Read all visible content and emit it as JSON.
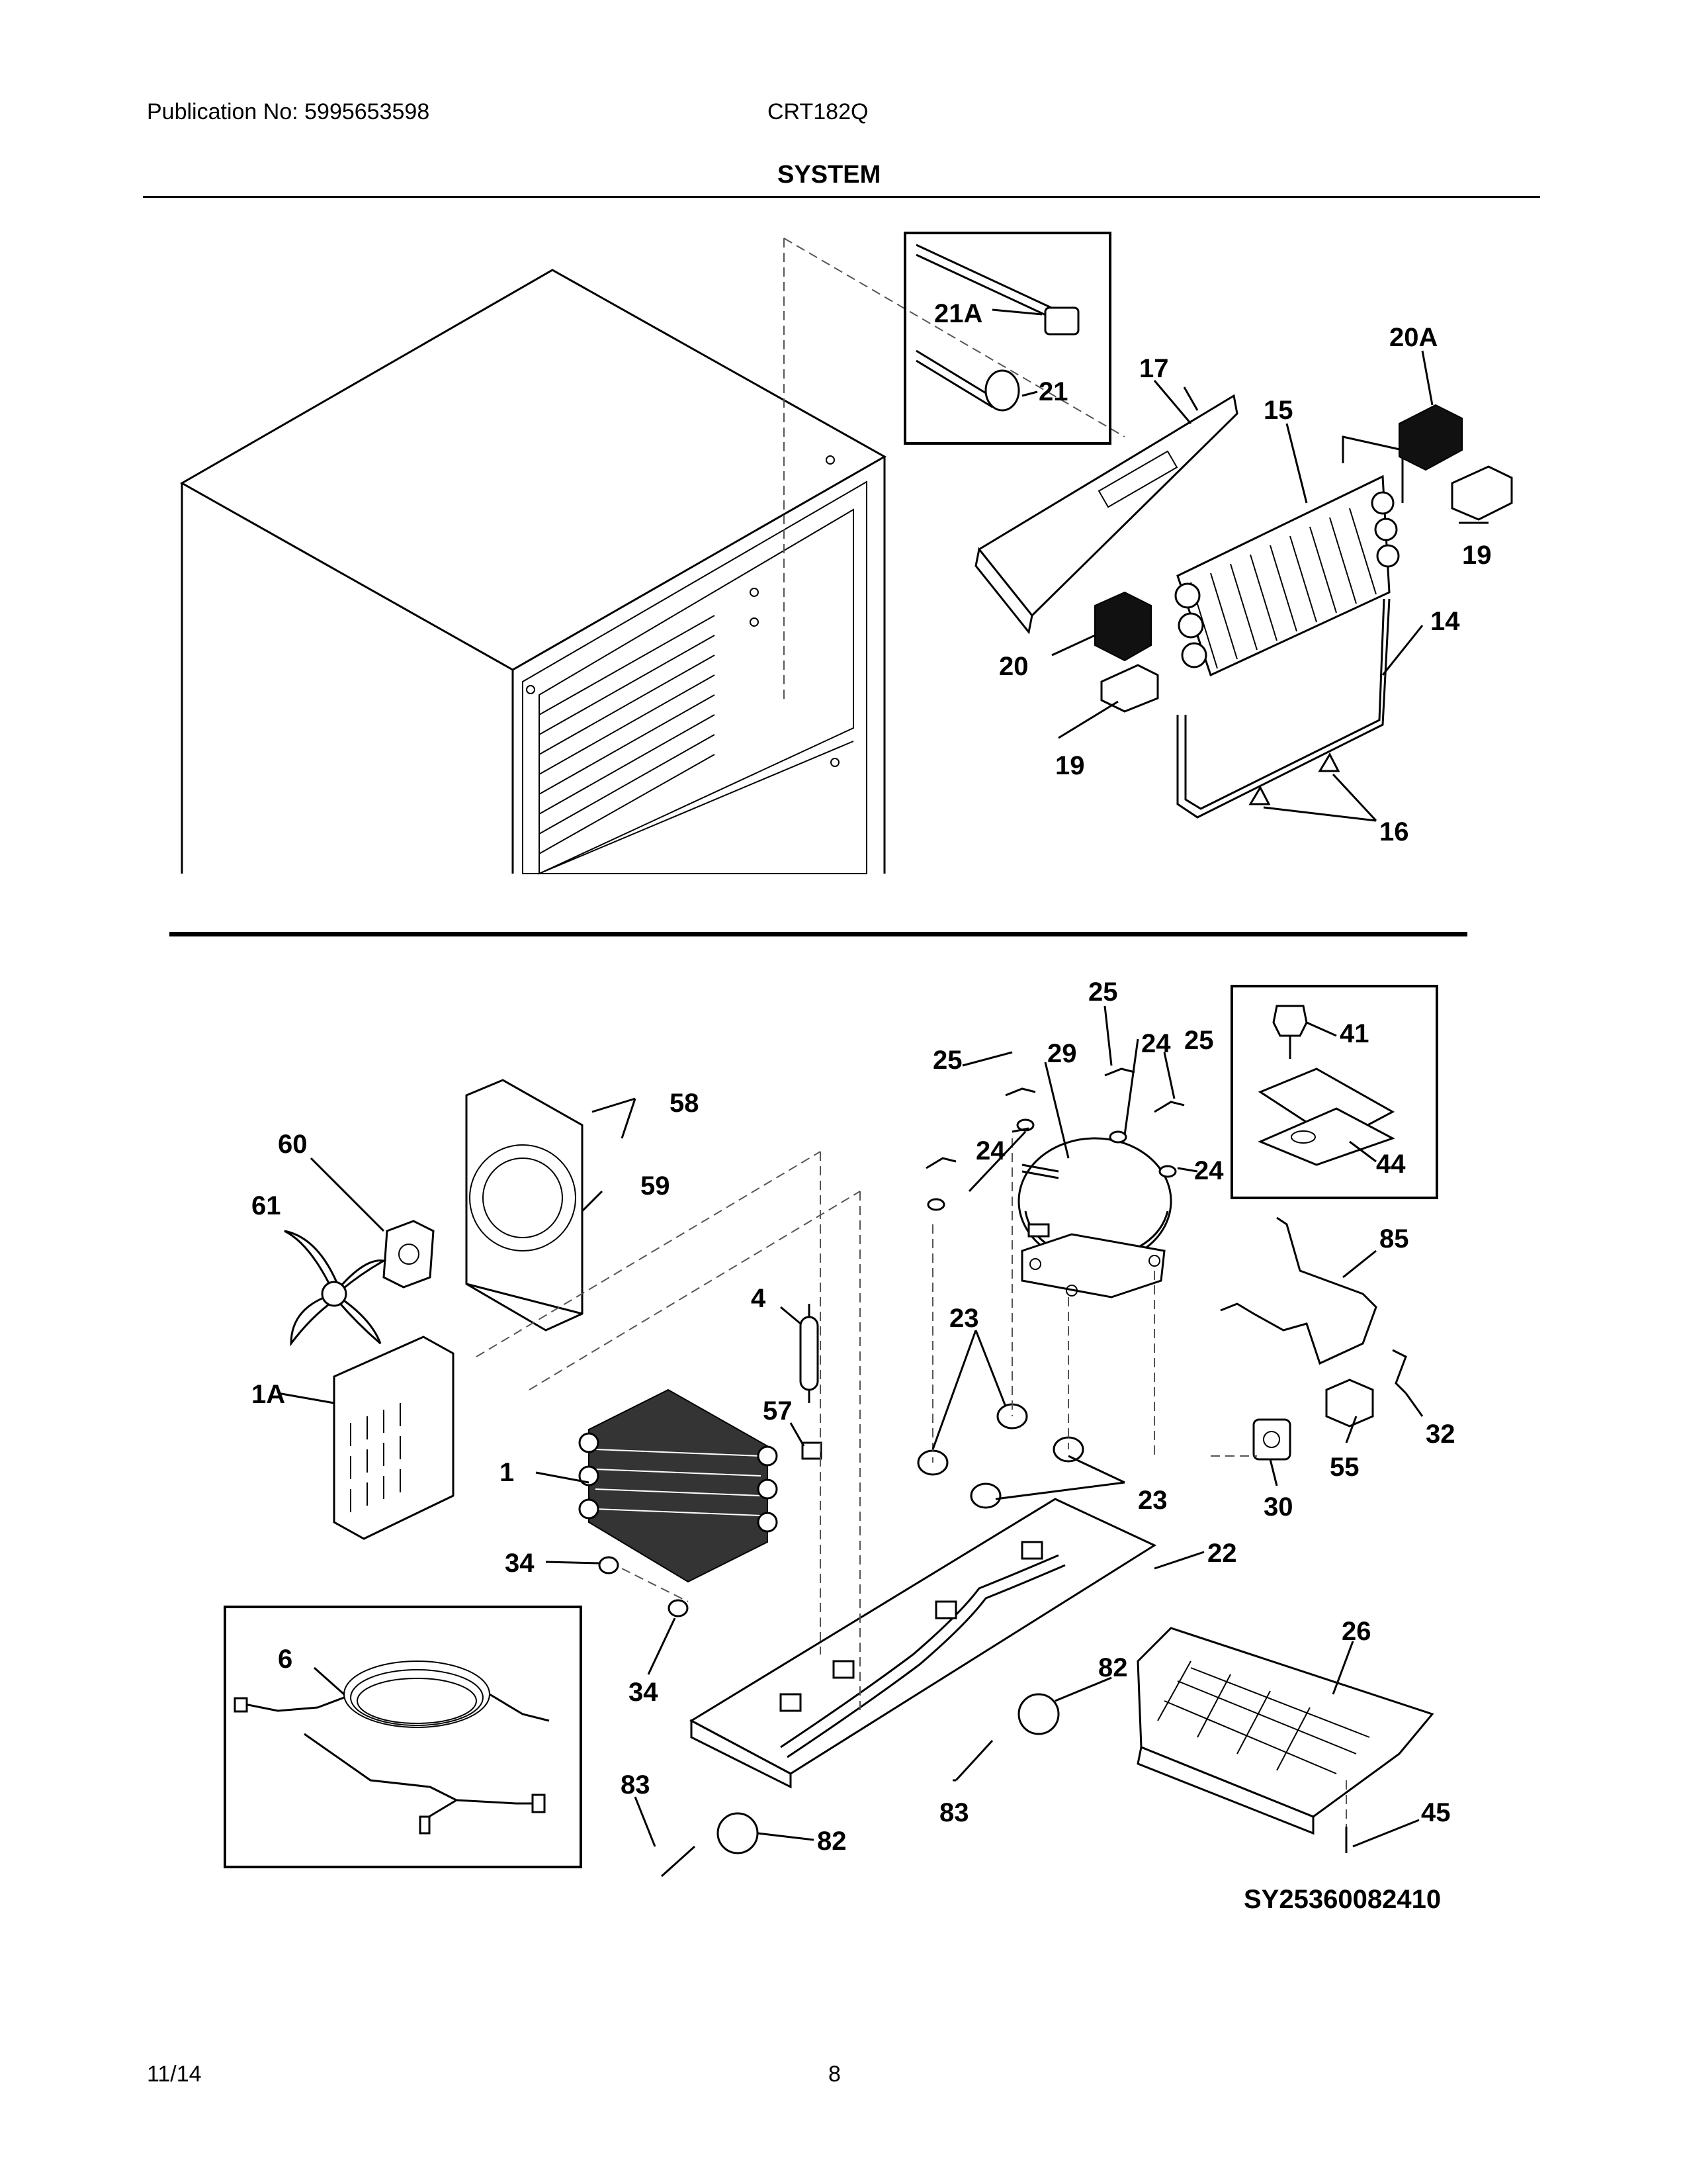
{
  "header": {
    "publication": "Publication No: 5995653598",
    "model": "CRT182Q",
    "section": "SYSTEM"
  },
  "footer": {
    "date": "11/14",
    "page": "8"
  },
  "diagram_code": "SY25360082410",
  "callouts": {
    "c21A": "21A",
    "c21": "21",
    "c17": "17",
    "c15": "15",
    "c20A": "20A",
    "c19a": "19",
    "c19b": "19",
    "c20": "20",
    "c14": "14",
    "c16": "16",
    "c25a": "25",
    "c25b": "25",
    "c25c": "25",
    "c24a": "24",
    "c24b": "24",
    "c24c": "24",
    "c29": "29",
    "c41": "41",
    "c44": "44",
    "c58": "58",
    "c60": "60",
    "c59": "59",
    "c61": "61",
    "c4": "4",
    "c23a": "23",
    "c23b": "23",
    "c85": "85",
    "c1A": "1A",
    "c57": "57",
    "c1": "1",
    "c32": "32",
    "c55": "55",
    "c30": "30",
    "c22": "22",
    "c34a": "34",
    "c34b": "34",
    "c6": "6",
    "c26": "26",
    "c82a": "82",
    "c82b": "82",
    "c83a": "83",
    "c83b": "83",
    "c45": "45"
  }
}
